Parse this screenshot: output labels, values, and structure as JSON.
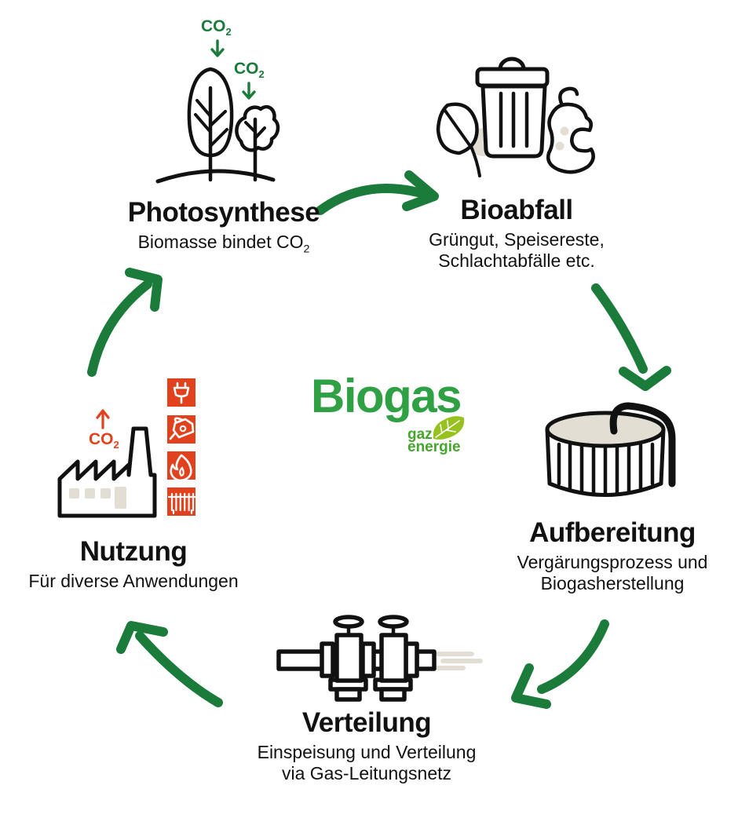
{
  "labels": {
    "co2_text": "CO",
    "co2_sub": "2"
  },
  "center": {
    "logo": "Biogas",
    "brand_line1": "gaz",
    "brand_line2": "energie"
  },
  "stages": [
    {
      "id": "photosynthese",
      "title": "Photosynthese",
      "subtitle_main": "Biomasse bindet CO",
      "subtitle_sub": "2",
      "icon": "trees-co2-icon"
    },
    {
      "id": "bioabfall",
      "title": "Bioabfall",
      "subtitle_line1": "Grüngut, Speisereste,",
      "subtitle_line2": "Schlachtabfälle etc.",
      "icon": "waste-bin-icon"
    },
    {
      "id": "aufbereitung",
      "title": "Aufbereitung",
      "subtitle_line1": "Vergärungsprozess und",
      "subtitle_line2": "Biogasherstellung",
      "icon": "digester-tank-icon"
    },
    {
      "id": "verteilung",
      "title": "Verteilung",
      "subtitle_line1": "Einspeisung und Verteilung",
      "subtitle_line2": "via Gas-Leitungsnetz",
      "icon": "pipeline-valves-icon"
    },
    {
      "id": "nutzung",
      "title": "Nutzung",
      "subtitle_line1": "Für diverse Anwendungen",
      "icon": "factory-icon",
      "usage_icons": [
        "power-plug-icon",
        "fuel-nozzle-icon",
        "flame-icon",
        "radiator-icon"
      ]
    }
  ],
  "colors": {
    "arrow_green": "#1A7B3B",
    "logo_green": "#2FA044",
    "brand_green": "#45A52C",
    "leaf_green": "#96C11E",
    "co2_red": "#E2411D",
    "icon_red": "#E2411D",
    "beige": "#E2DED4",
    "ink": "#111111"
  }
}
